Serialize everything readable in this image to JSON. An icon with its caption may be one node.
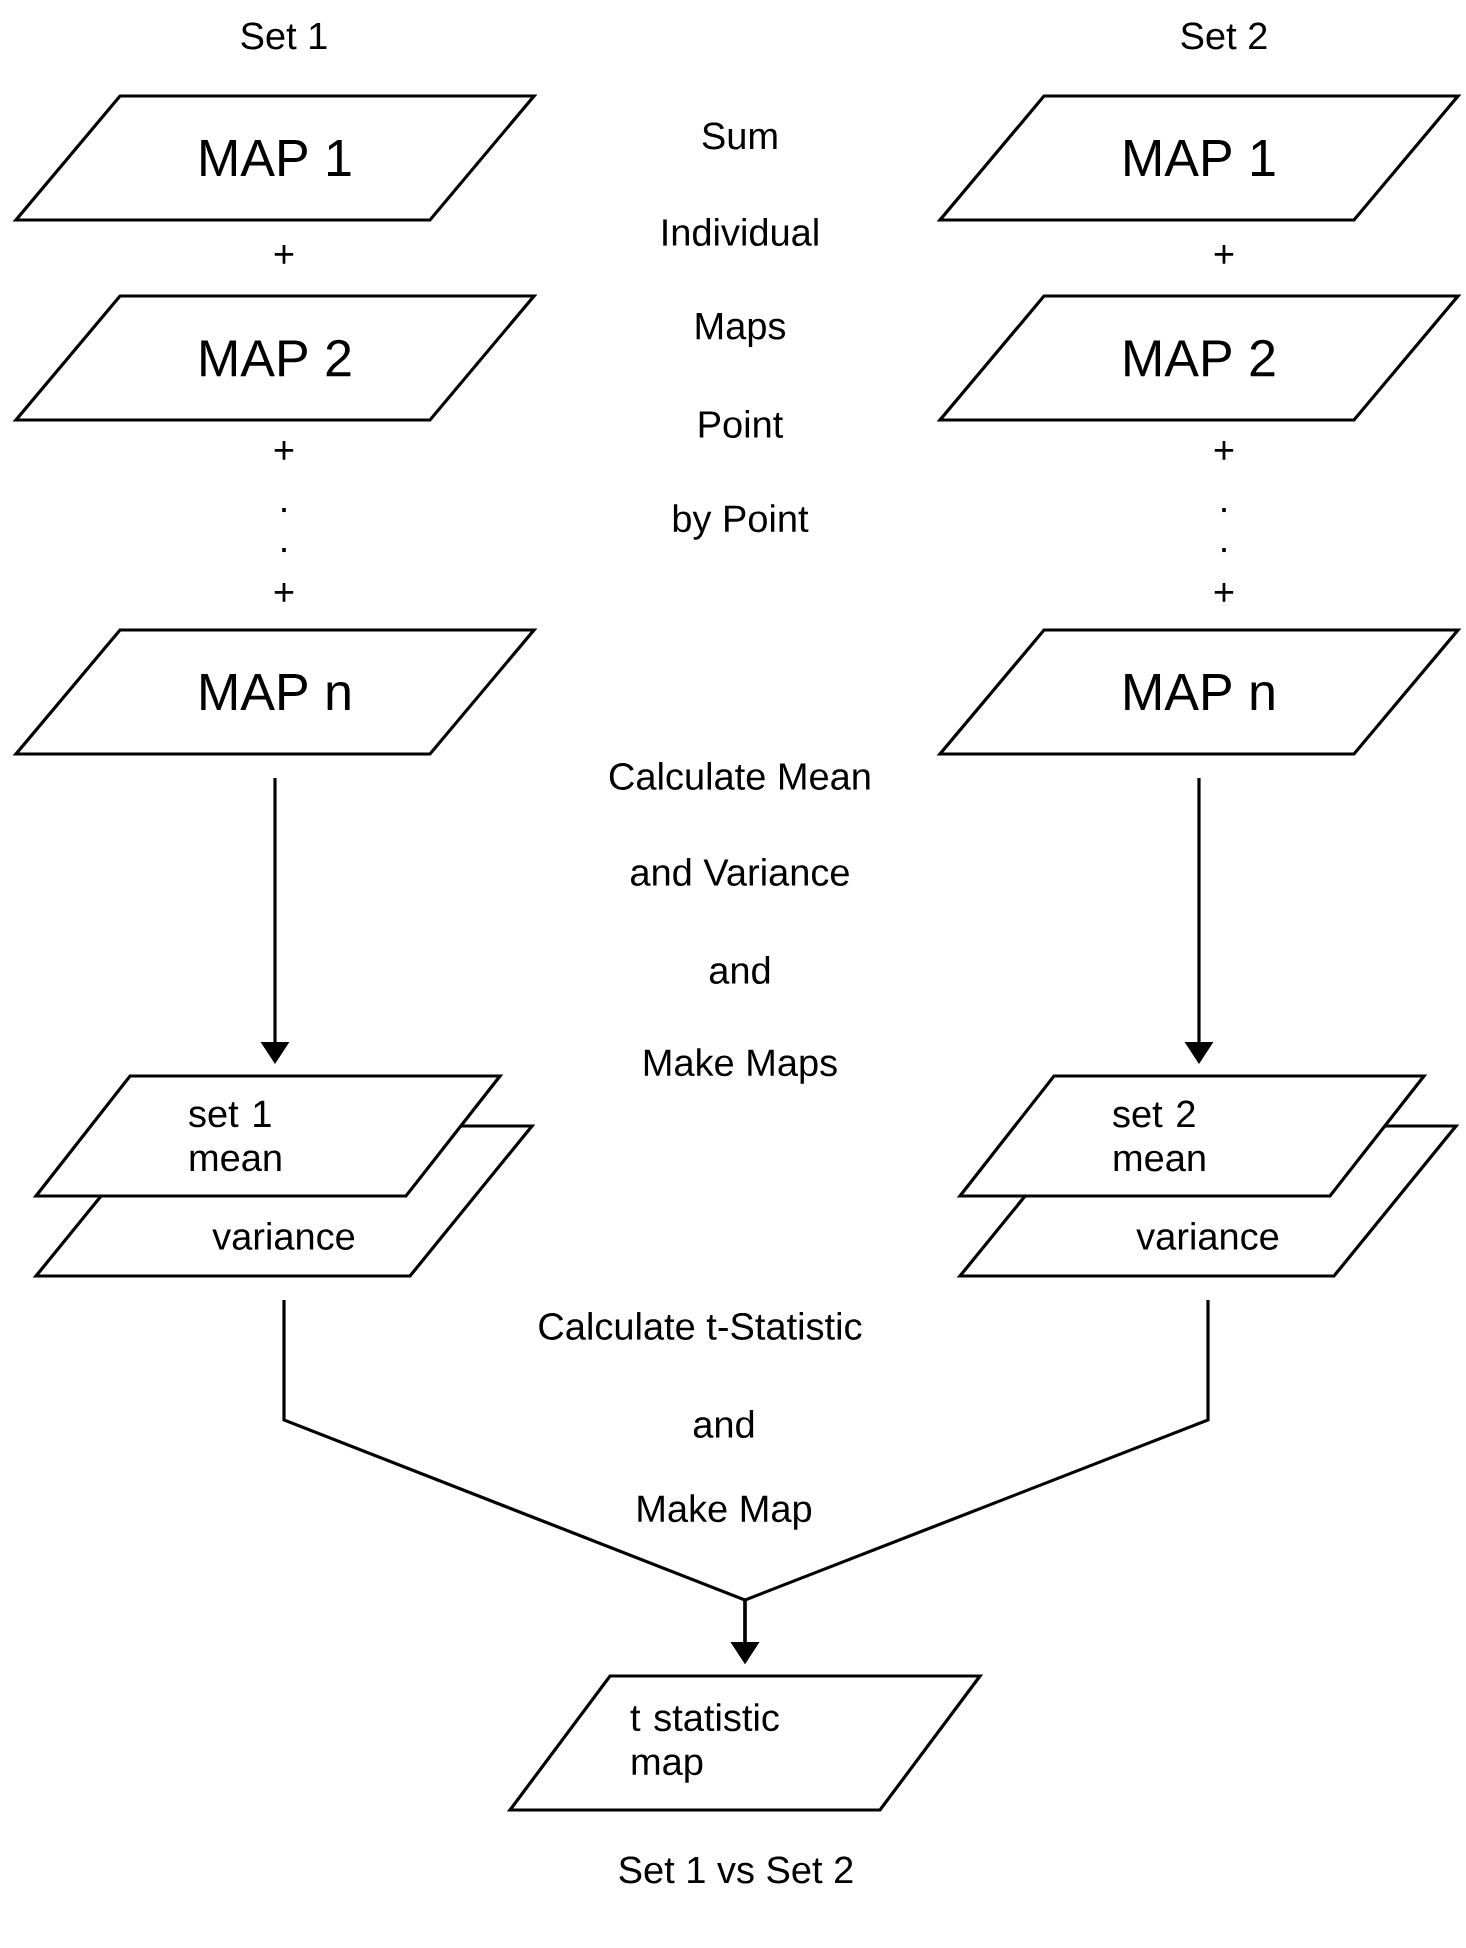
{
  "diagram": {
    "caption": "Set 1 vs Set 2",
    "nodes": [
      {
        "text": [
          "MAP 1"
        ]
      },
      {
        "text": [
          "MAP 2"
        ]
      },
      {
        "text": [
          "MAP n"
        ]
      },
      {
        "text": [
          "set 1 mean"
        ]
      },
      {
        "text": [
          "variance"
        ]
      },
      {
        "text": [
          "MAP 1"
        ]
      },
      {
        "text": [
          "MAP 2"
        ]
      },
      {
        "text": [
          "MAP n"
        ]
      },
      {
        "text": [
          "set 2 mean"
        ]
      },
      {
        "text": [
          "variance"
        ]
      },
      {
        "text": [
          "t statistic map"
        ]
      }
    ],
    "edges": [
      {
        "from": 2,
        "to": 3,
        "arrow": "to"
      },
      {
        "from": 7,
        "to": 8,
        "arrow": "to"
      },
      {
        "from": 4,
        "to": 10,
        "arrow": "to"
      },
      {
        "from": 9,
        "to": 10,
        "arrow": "to"
      }
    ],
    "labels": [
      "Set 1",
      "Set 2",
      "Sum",
      "+",
      "+",
      "Individual",
      "Maps",
      "+",
      "+",
      "Point",
      ".",
      ".",
      ".",
      ".",
      "by Point",
      "+",
      "+",
      "Calculate Mean",
      "and Variance",
      "and",
      "Make Maps",
      "Calculate t-Statistic",
      "and",
      "Make Map"
    ]
  }
}
